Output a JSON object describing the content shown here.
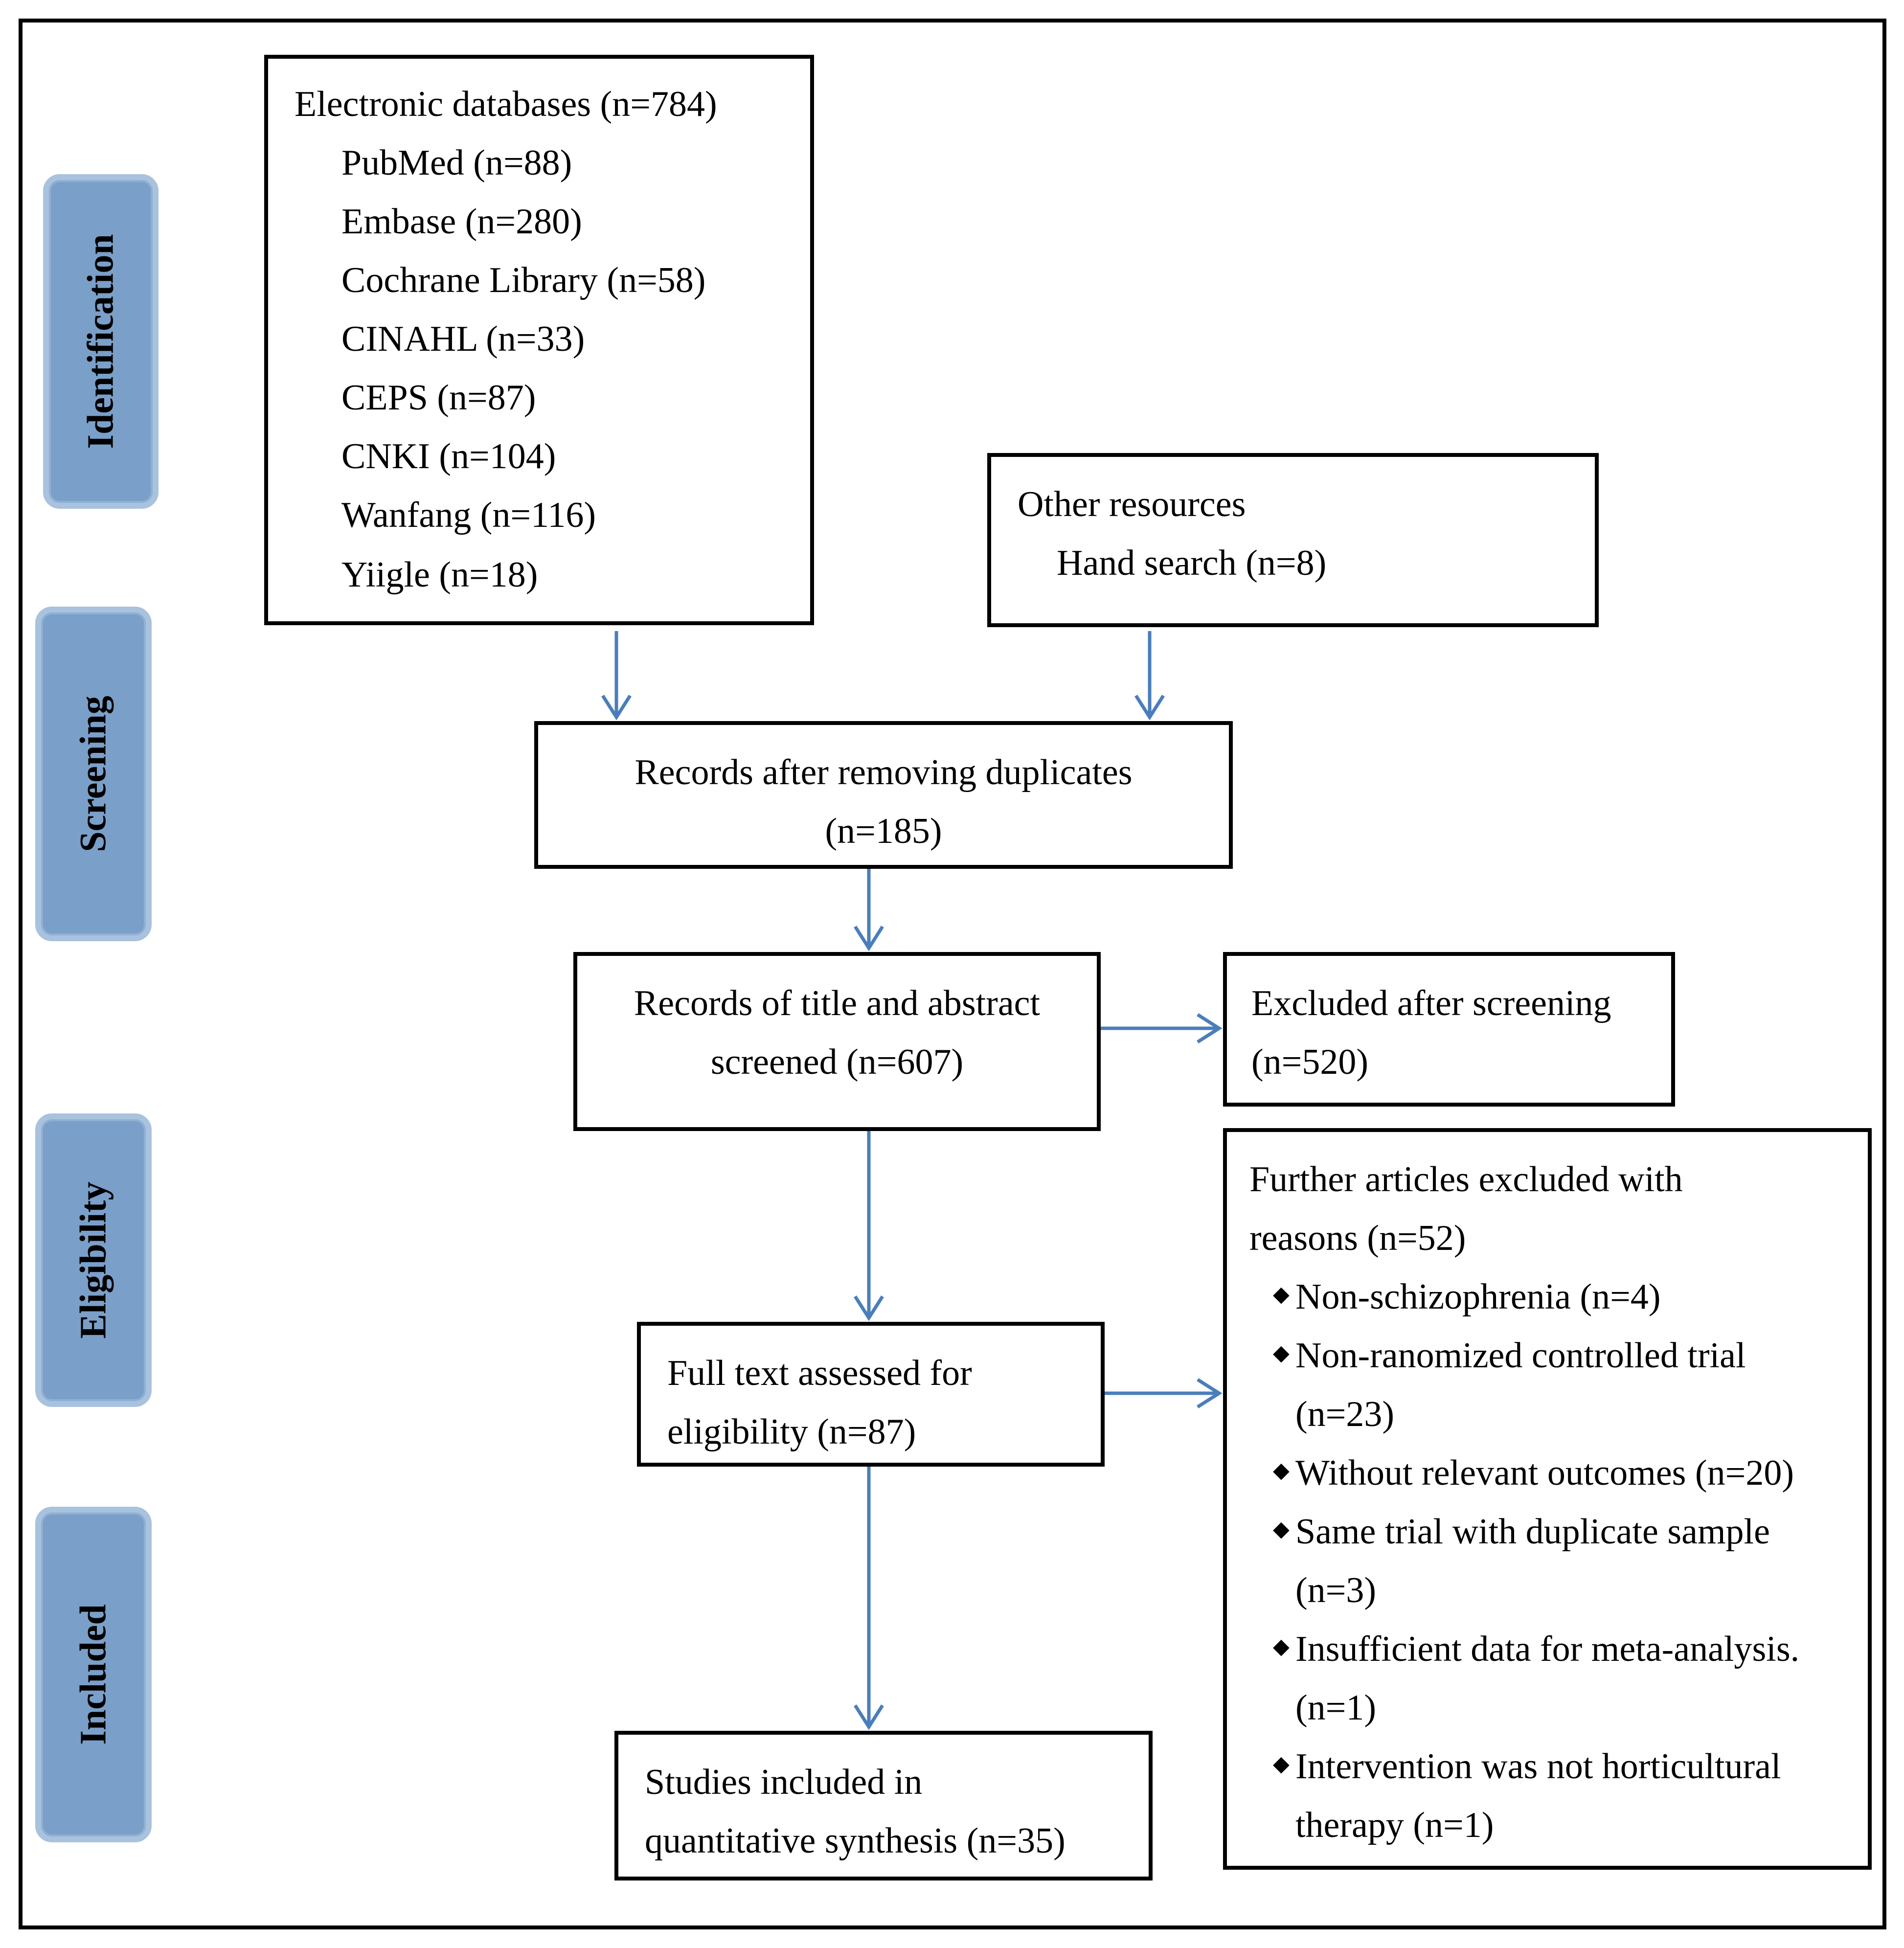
{
  "stages": [
    {
      "id": "identification",
      "label": "Identification"
    },
    {
      "id": "screening",
      "label": "Screening"
    },
    {
      "id": "eligibility",
      "label": "Eligibility"
    },
    {
      "id": "included",
      "label": "Included"
    }
  ],
  "boxes": {
    "databases": {
      "title": "Electronic databases (n=784)",
      "items": [
        "PubMed (n=88)",
        "Embase (n=280)",
        "Cochrane Library (n=58)",
        "CINAHL (n=33)",
        "CEPS (n=87)",
        "CNKI (n=104)",
        "Wanfang (n=116)",
        "Yiigle (n=18)"
      ]
    },
    "other_resources": {
      "title": "Other resources",
      "items": [
        "Hand search (n=8)"
      ]
    },
    "duplicates_removed": {
      "lines": [
        "Records after removing duplicates",
        "(n=185)"
      ]
    },
    "screened": {
      "lines": [
        "Records of title and abstract",
        "screened (n=607)"
      ]
    },
    "excluded_screening": {
      "lines": [
        "Excluded after screening",
        "(n=520)"
      ]
    },
    "full_text": {
      "lines": [
        "Full text assessed for",
        "eligibility (n=87)"
      ]
    },
    "further_excluded": {
      "header_lines": [
        "Further articles excluded with",
        "reasons (n=52)"
      ],
      "reasons": [
        {
          "lines": [
            "Non-schizophrenia (n=4)"
          ]
        },
        {
          "lines": [
            "Non-ranomized controlled trial",
            "(n=23)"
          ]
        },
        {
          "lines": [
            "Without relevant outcomes (n=20)"
          ]
        },
        {
          "lines": [
            "Same trial with duplicate sample",
            "(n=3)"
          ]
        },
        {
          "lines": [
            "Insufficient data for meta-analysis.",
            "(n=1)"
          ]
        },
        {
          "lines": [
            "Intervention was not horticultural",
            "therapy (n=1)"
          ]
        }
      ]
    },
    "included": {
      "lines": [
        "Studies included in",
        "quantitative synthesis (n=35)"
      ]
    }
  },
  "colors": {
    "arrow": "#4a7ebb",
    "stage_fill": "#7a9fc8",
    "stage_border": "#a9c2dd",
    "box_border": "#000000"
  },
  "icons": {
    "bullet": "◆"
  }
}
